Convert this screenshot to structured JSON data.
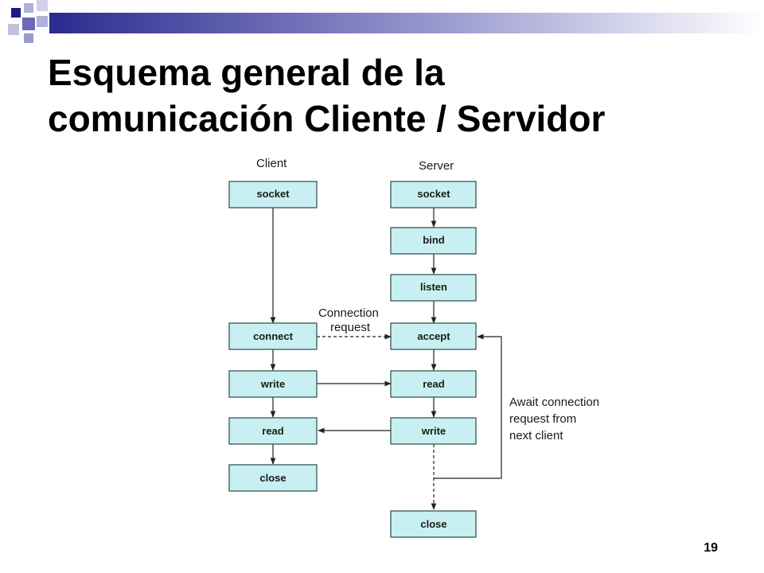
{
  "colors": {
    "deco_dark": "#1a1a8c",
    "deco_mid": "#8a8ac8",
    "node_fill": "#c8f0f2"
  },
  "slide": {
    "title_line1": "Esquema general de la",
    "title_line2": "comunicación Cliente / Servidor",
    "page_number": "19"
  },
  "diagram": {
    "client_header": "Client",
    "server_header": "Server",
    "client_nodes": [
      "socket",
      "connect",
      "write",
      "read",
      "close"
    ],
    "server_nodes": [
      "socket",
      "bind",
      "listen",
      "accept",
      "read",
      "write",
      "close"
    ],
    "connection_request_label_line1": "Connection",
    "connection_request_label_line2": "request",
    "await_label_line1": "Await connection",
    "await_label_line2": "request from",
    "await_label_line3": "next client"
  }
}
